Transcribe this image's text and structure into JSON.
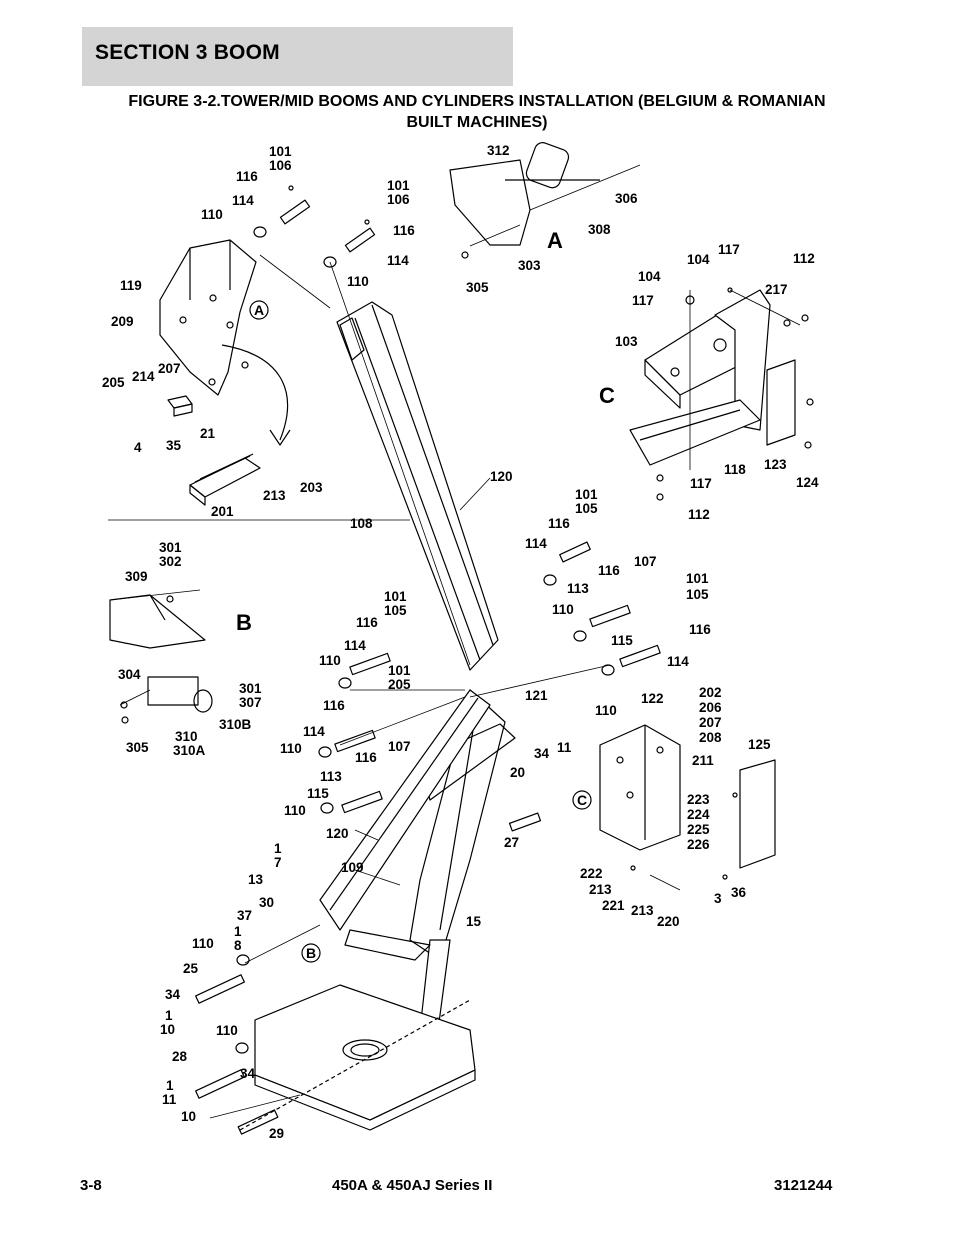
{
  "header": {
    "section": "SECTION 3   BOOM"
  },
  "figure": {
    "title_line1": "FIGURE 3-2.TOWER/MID BOOMS AND CYLINDERS INSTALLATION (BELGIUM & ROMANIAN",
    "title_line2": "BUILT MACHINES)"
  },
  "callouts": {
    "a": "A",
    "b": "B",
    "c": "C"
  },
  "footer": {
    "page": "3-8",
    "model": "450A & 450AJ Series II",
    "doc_number": "3121244"
  },
  "part_labels": [
    "101",
    "106",
    "116",
    "114",
    "110",
    "101",
    "106",
    "116",
    "114",
    "110",
    "119",
    "209",
    "205",
    "214",
    "207",
    "4",
    "35",
    "21",
    "213",
    "203",
    "201",
    "312",
    "306",
    "308",
    "303",
    "305",
    "117",
    "104",
    "112",
    "104",
    "217",
    "117",
    "103",
    "118",
    "123",
    "124",
    "117",
    "112",
    "120",
    "108",
    "101",
    "105",
    "116",
    "114",
    "107",
    "116",
    "113",
    "110",
    "101",
    "115",
    "114",
    "105",
    "116",
    "301",
    "302",
    "309",
    "304",
    "301",
    "307",
    "305",
    "310",
    "310A",
    "310B",
    "101",
    "105",
    "116",
    "114",
    "110",
    "101",
    "205",
    "116",
    "114",
    "110",
    "121",
    "122",
    "202",
    "206",
    "207",
    "208",
    "110",
    "116",
    "107",
    "113",
    "115",
    "110",
    "120",
    "34",
    "11",
    "20",
    "27",
    "211",
    "125",
    "223",
    "224",
    "225",
    "226",
    "1",
    "7",
    "13",
    "109",
    "30",
    "37",
    "1",
    "8",
    "110",
    "15",
    "222",
    "213",
    "221",
    "213",
    "220",
    "3",
    "36",
    "25",
    "34",
    "1",
    "10",
    "110",
    "28",
    "1",
    "34",
    "11",
    "10",
    "29"
  ]
}
